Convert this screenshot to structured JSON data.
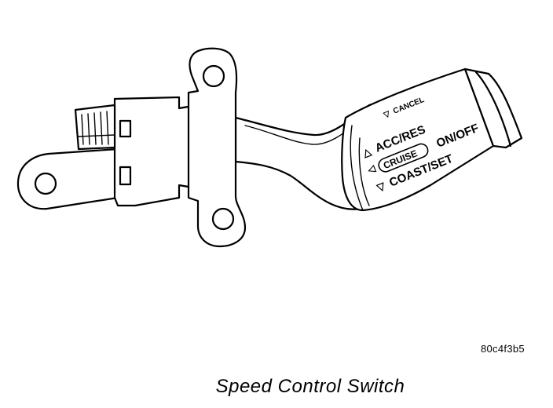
{
  "switch_labels": {
    "cancel": "CANCEL",
    "acc_res": "ACC/RES",
    "cruise": "CRUISE",
    "on_off": "ON/OFF",
    "coast_set": "COAST/SET"
  },
  "image_code": "80c4f3b5",
  "caption": "Speed Control Switch"
}
